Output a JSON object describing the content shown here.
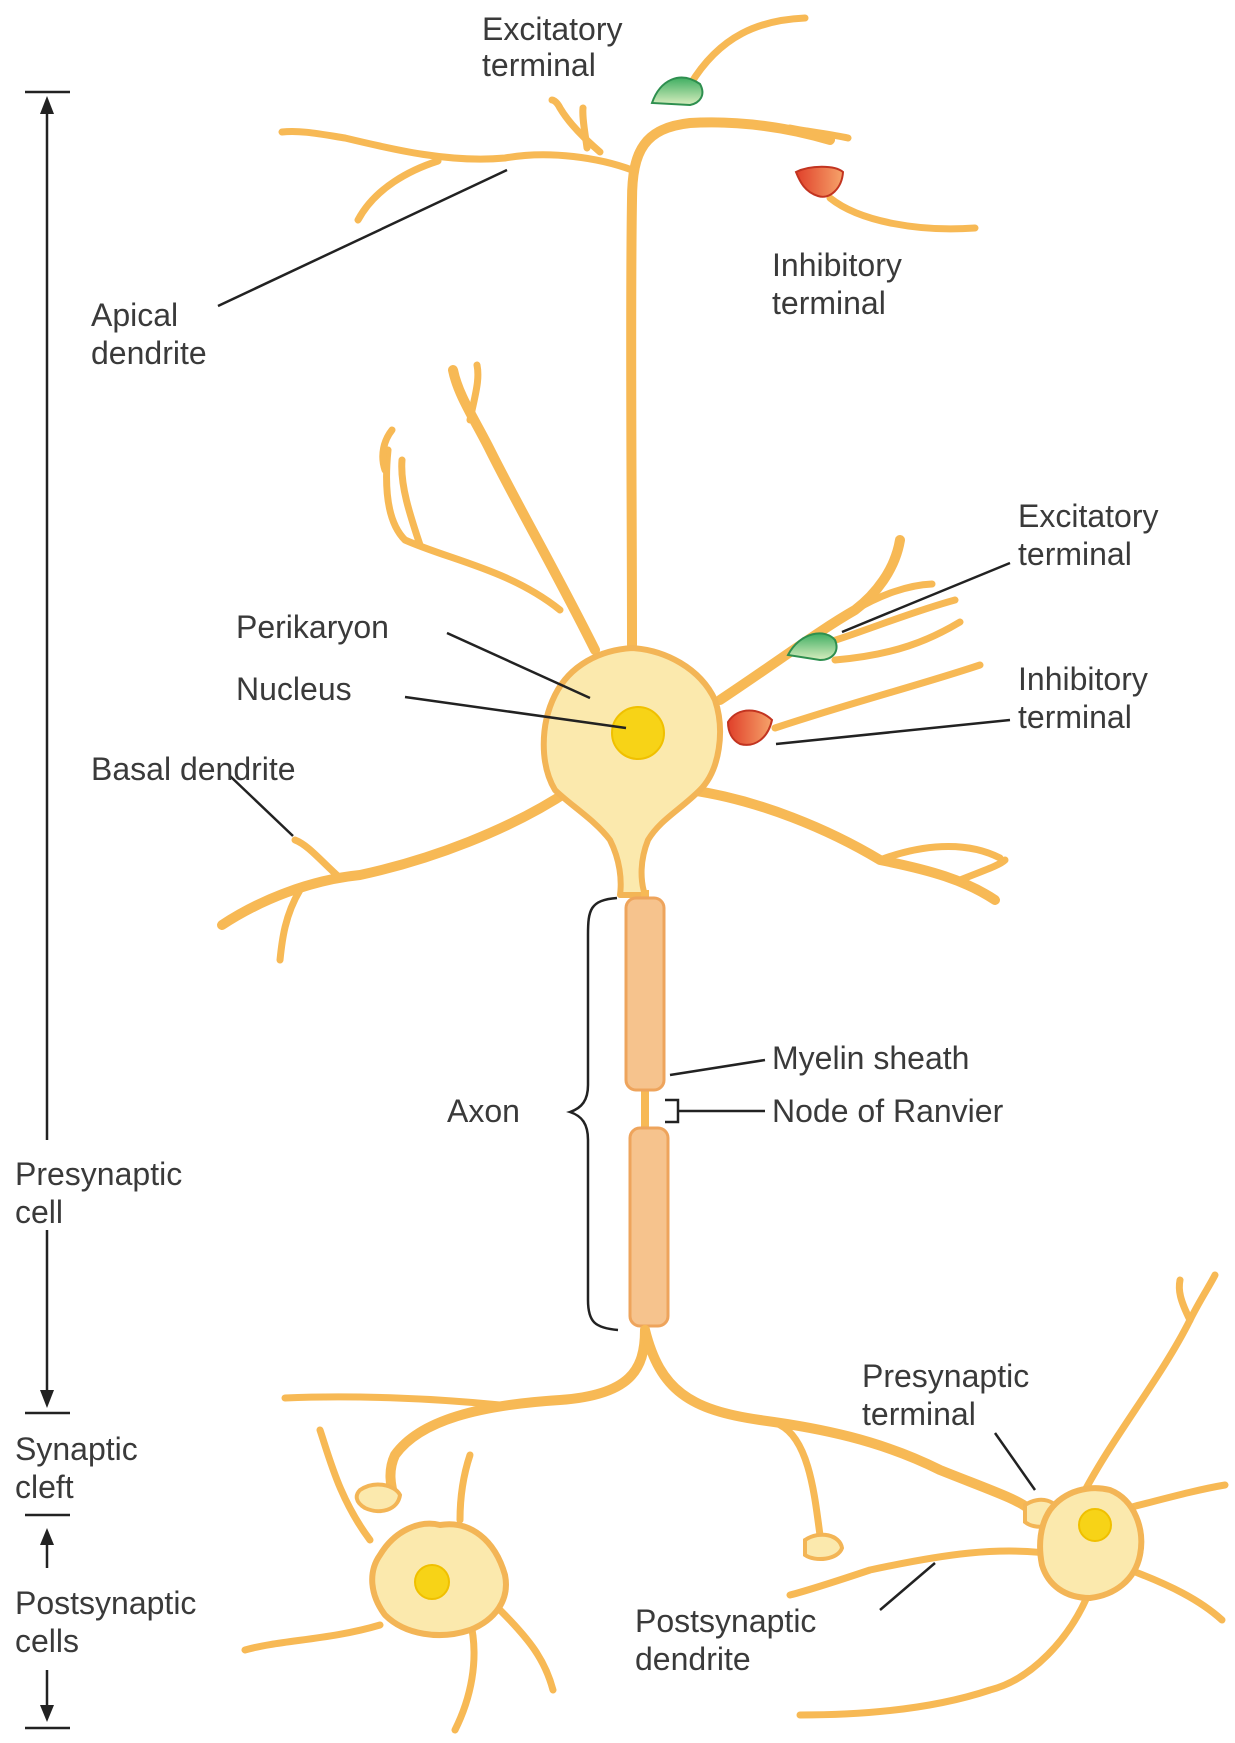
{
  "labels": {
    "excitatory_terminal_top": [
      "Excitatory",
      "terminal"
    ],
    "inhibitory_terminal_top": [
      "Inhibitory",
      "terminal"
    ],
    "apical_dendrite": [
      "Apical",
      "dendrite"
    ],
    "excitatory_terminal_right": [
      "Excitatory",
      "terminal"
    ],
    "inhibitory_terminal_right": [
      "Inhibitory",
      "terminal"
    ],
    "perikaryon": "Perikaryon",
    "nucleus": "Nucleus",
    "basal_dendrite": "Basal dendrite",
    "myelin_sheath": "Myelin sheath",
    "node_of_ranvier": "Node of Ranvier",
    "axon": "Axon",
    "presynaptic_cell": [
      "Presynaptic",
      "cell"
    ],
    "synaptic_cleft": [
      "Synaptic",
      "cleft"
    ],
    "postsynaptic_cells": [
      "Postsynaptic",
      "cells"
    ],
    "presynaptic_terminal": [
      "Presynaptic",
      "terminal"
    ],
    "postsynaptic_dendrite": [
      "Postsynaptic",
      "dendrite"
    ]
  },
  "colors": {
    "neuron_fill": "#fbe9ad",
    "neuron_outline": "#f3b556",
    "myelin": "#f6c38d",
    "nucleus": "#f7d317",
    "excitatory": "#3fae62",
    "inhibitory": "#e0402a"
  }
}
